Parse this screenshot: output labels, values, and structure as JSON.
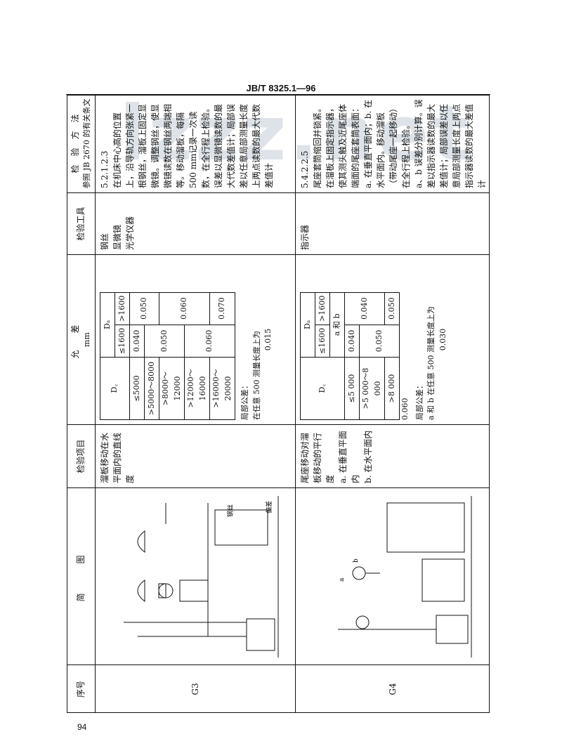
{
  "header": "JB/T 8325.1—96",
  "page_number": "94",
  "watermark": "lzzz.net",
  "columns": {
    "seq": "序号",
    "diagram": "简　　图",
    "item": "检验项目",
    "tolerance": "允　差",
    "tolerance_unit": "mm",
    "tools": "检验工具",
    "method": "检　验　方　法",
    "method_ref": "参照 JB 2670 的有关条文"
  },
  "rows": [
    {
      "seq": "G3",
      "diagram_labels": [
        "钢丝",
        "偏差"
      ],
      "item": "溜板移动在水平面内的直线度",
      "tol": {
        "dc": "D꜀",
        "da": "Dₐ",
        "sub": [
          "≤1600",
          ">1600"
        ],
        "ranges": [
          "≤5000",
          ">5000～8000",
          ">8000～12000",
          ">12000～16000",
          ">16000～20000"
        ],
        "vals": [
          "0.040",
          "0.050",
          "0.050",
          "0.060",
          "0.060",
          "0.070"
        ],
        "local_label": "局部公差：",
        "local_text": "在任意 500 测量长度上为",
        "local_val": "0.015"
      },
      "tools": [
        "钢丝",
        "显微镜",
        "光学仪器"
      ],
      "method": {
        "code": "5.2.1.2.3",
        "para1": "在机床中心高的位置上，沿导轨方向张紧一根钢丝，溜板上固定显微镜。调整钢丝，使显微镜读数在钢丝两端相等。移动溜板，每隔 500 mm记录一次读数，在全行程上检验。",
        "para2": "误差以显微镜读数的最大代数差值计；局部误差以任意局部测量长度上两点读数的最大代数差值计"
      }
    },
    {
      "seq": "G4",
      "diagram_labels": [
        "a",
        "b"
      ],
      "item": "尾座移动对溜板移动的平行度",
      "item_a": "a. 在垂直平面内",
      "item_b": "b. 在水平面内",
      "tol": {
        "dc": "D꜀",
        "da": "Dₐ",
        "sub": [
          "≤1600",
          ">1600"
        ],
        "ab": "a 和 b",
        "ranges": [
          "≤5 000",
          ">5 000～8 000",
          ">8 000"
        ],
        "vals": [
          "0.040",
          "0.040",
          "0.050",
          "0.050",
          "0.060"
        ],
        "local_label": "局部公差：",
        "local_text": "a 和 b 在任意 500 测量长度上为",
        "local_val": "0.030"
      },
      "tools": [
        "指示器"
      ],
      "method": {
        "code": "5.4.2.2.5",
        "para0": "尾座套筒缩回并锁紧。",
        "para1": "在溜板上固定指示器，使其测头触及近尾座体端面的尾座套筒表面：a. 在垂直平面内；b. 在水平面内。移动溜板（带动尾座一起移动）在全行程上检验。",
        "para2": "a、b 误差分别计算。误差以指示器读数的最大差值计；局部误差以任意局部测量长度上两点指示器读数的最大差值计"
      }
    }
  ]
}
